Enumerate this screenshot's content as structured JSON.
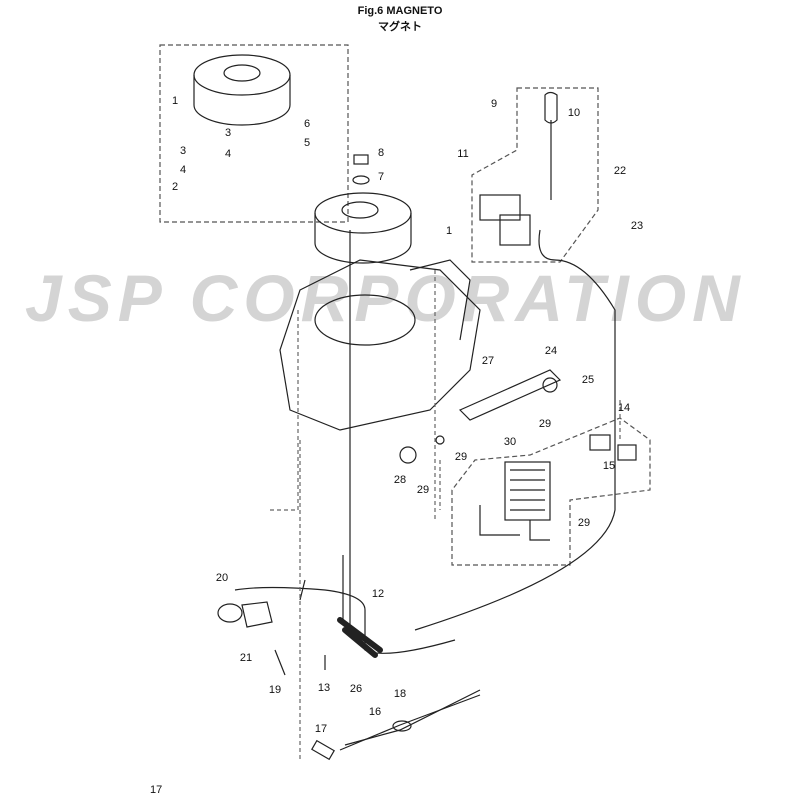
{
  "header": {
    "title": "Fig.6  MAGNETO",
    "subtitle": "マグネト"
  },
  "watermark": "JSP CORPORATION",
  "callouts": [
    "1",
    "3",
    "3",
    "4",
    "4",
    "2",
    "6",
    "5",
    "8",
    "7",
    "1",
    "9",
    "10",
    "11",
    "22",
    "23",
    "27",
    "24",
    "25",
    "14",
    "29",
    "30",
    "15",
    "28",
    "29",
    "29",
    "29",
    "20",
    "12",
    "21",
    "19",
    "13",
    "26",
    "18",
    "16",
    "17"
  ],
  "page_number": "17"
}
